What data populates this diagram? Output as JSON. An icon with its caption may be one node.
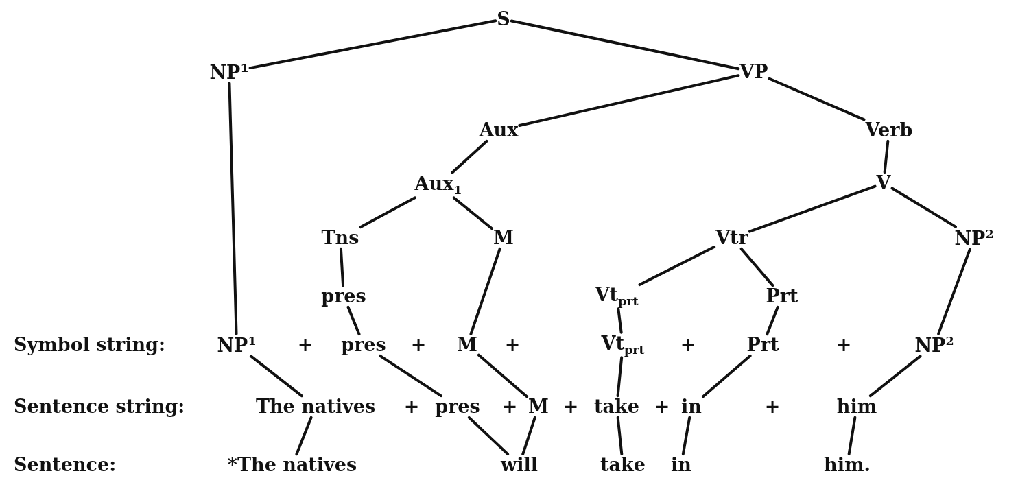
{
  "diagram": {
    "nodes": [
      {
        "text": [
          "S"
        ]
      },
      {
        "text": [
          "NP$^{1}$"
        ]
      },
      {
        "text": [
          "VP"
        ]
      },
      {
        "text": [
          "Aux"
        ]
      },
      {
        "text": [
          "Verb"
        ]
      },
      {
        "text": [
          "Aux$_{1}$"
        ]
      },
      {
        "text": [
          "V"
        ]
      },
      {
        "text": [
          "Tns"
        ]
      },
      {
        "text": [
          "M"
        ]
      },
      {
        "text": [
          "Vtr"
        ]
      },
      {
        "text": [
          "NP$^{2}$"
        ]
      },
      {
        "text": [
          "pres"
        ]
      },
      {
        "text": [
          "Vt$_{prt}$"
        ]
      },
      {
        "text": [
          "Prt"
        ]
      },
      {
        "text": [
          "NP$^{1}$"
        ]
      },
      {
        "text": [
          "pres"
        ]
      },
      {
        "text": [
          "M"
        ]
      },
      {
        "text": [
          "Vt$_{prt}$"
        ]
      },
      {
        "text": [
          "Prt"
        ]
      },
      {
        "text": [
          "NP$^{2}$"
        ]
      },
      {
        "text": [
          "The natives"
        ]
      },
      {
        "text": [
          "pres"
        ]
      },
      {
        "text": [
          "M"
        ]
      },
      {
        "text": [
          "take"
        ]
      },
      {
        "text": [
          "in"
        ]
      },
      {
        "text": [
          "him"
        ]
      },
      {
        "text": [
          "*The natives"
        ]
      },
      {
        "text": [
          "will"
        ]
      },
      {
        "text": [
          "take"
        ]
      },
      {
        "text": [
          "in"
        ]
      },
      {
        "text": [
          "him."
        ]
      }
    ],
    "edges": [
      {
        "from": 0,
        "to": 1,
        "arrow": "none"
      },
      {
        "from": 0,
        "to": 2,
        "arrow": "none"
      },
      {
        "from": 2,
        "to": 3,
        "arrow": "none"
      },
      {
        "from": 2,
        "to": 4,
        "arrow": "none"
      },
      {
        "from": 3,
        "to": 5,
        "arrow": "none"
      },
      {
        "from": 4,
        "to": 6,
        "arrow": "none"
      },
      {
        "from": 5,
        "to": 7,
        "arrow": "none"
      },
      {
        "from": 5,
        "to": 8,
        "arrow": "none"
      },
      {
        "from": 6,
        "to": 9,
        "arrow": "none"
      },
      {
        "from": 6,
        "to": 10,
        "arrow": "none"
      },
      {
        "from": 7,
        "to": 11,
        "arrow": "none"
      },
      {
        "from": 9,
        "to": 12,
        "arrow": "none"
      },
      {
        "from": 9,
        "to": 13,
        "arrow": "none"
      },
      {
        "from": 1,
        "to": 14,
        "arrow": "none"
      },
      {
        "from": 11,
        "to": 15,
        "arrow": "none"
      },
      {
        "from": 8,
        "to": 16,
        "arrow": "none"
      },
      {
        "from": 12,
        "to": 17,
        "arrow": "none"
      },
      {
        "from": 13,
        "to": 18,
        "arrow": "none"
      },
      {
        "from": 10,
        "to": 19,
        "arrow": "none"
      },
      {
        "from": 14,
        "to": 20,
        "arrow": "none"
      },
      {
        "from": 15,
        "to": 21,
        "arrow": "none"
      },
      {
        "from": 16,
        "to": 22,
        "arrow": "none"
      },
      {
        "from": 17,
        "to": 23,
        "arrow": "none"
      },
      {
        "from": 18,
        "to": 24,
        "arrow": "none"
      },
      {
        "from": 19,
        "to": 25,
        "arrow": "none"
      },
      {
        "from": 20,
        "to": 26,
        "arrow": "none"
      },
      {
        "from": 21,
        "to": 27,
        "arrow": "none"
      },
      {
        "from": 22,
        "to": 27,
        "arrow": "none"
      },
      {
        "from": 23,
        "to": 28,
        "arrow": "none"
      },
      {
        "from": 24,
        "to": 29,
        "arrow": "none"
      },
      {
        "from": 25,
        "to": 30,
        "arrow": "none"
      }
    ],
    "labels": [
      "Symbol string:",
      "+",
      "+",
      "+",
      "+",
      "+",
      "Sentence string:",
      "+",
      "+",
      "+",
      "+",
      "+",
      "Sentence:"
    ]
  }
}
